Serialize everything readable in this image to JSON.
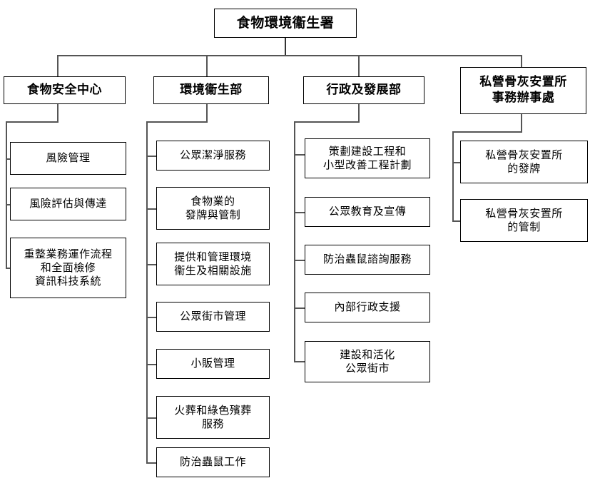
{
  "chart_data": {
    "type": "diagram",
    "title": "食物環境衞生署",
    "layout": "organisational-hierarchy",
    "root": {
      "label": "食物環境衞生署"
    },
    "departments": [
      {
        "label": "食物安全中心",
        "units": [
          {
            "label": "風險管理"
          },
          {
            "label": "風險評估與傳達"
          },
          {
            "label": "重整業務運作流程\n和全面檢修\n資訊科技系統"
          }
        ]
      },
      {
        "label": "環境衞生部",
        "units": [
          {
            "label": "公眾潔淨服務"
          },
          {
            "label": "食物業的\n發牌與管制"
          },
          {
            "label": "提供和管理環境\n衞生及相關設施"
          },
          {
            "label": "公眾街市管理"
          },
          {
            "label": "小販管理"
          },
          {
            "label": "火葬和綠色殯葬\n服務"
          },
          {
            "label": "防治蟲鼠工作"
          }
        ]
      },
      {
        "label": "行政及發展部",
        "units": [
          {
            "label": "策劃建設工程和\n小型改善工程計劃"
          },
          {
            "label": "公眾教育及宣傳"
          },
          {
            "label": "防治蟲鼠諮詢服務"
          },
          {
            "label": "內部行政支援"
          },
          {
            "label": "建設和活化\n公眾街市"
          }
        ]
      },
      {
        "label": "私營骨灰安置所\n事務辦事處",
        "units": [
          {
            "label": "私營骨灰安置所\n的發牌"
          },
          {
            "label": "私營骨灰安置所\n的管制"
          }
        ]
      }
    ],
    "colors": {
      "box_border": "#000000",
      "box_fill": "#ffffff",
      "connector": "#555555",
      "text": "#000000"
    }
  }
}
